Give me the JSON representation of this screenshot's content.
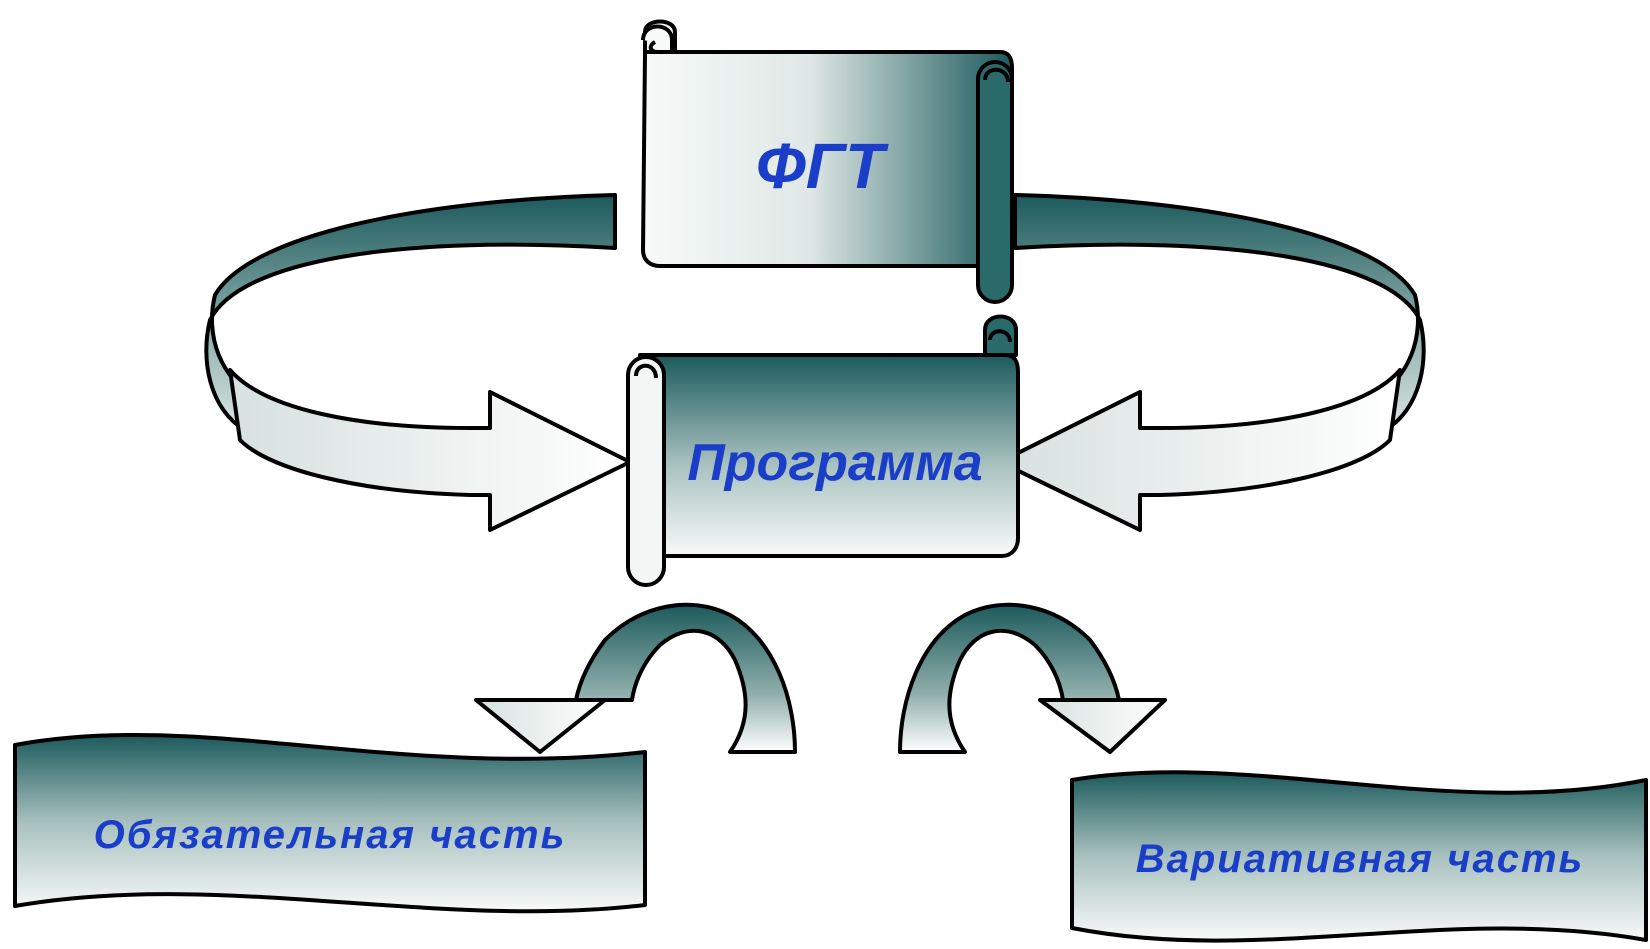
{
  "nodes": {
    "fgt": {
      "label": "ФГТ"
    },
    "programma": {
      "label": "Программа"
    },
    "obyazatelnaya": {
      "label": "Обязательная часть"
    },
    "variativnaya": {
      "label": "Вариативная часть"
    }
  },
  "colors": {
    "dark_teal": "#1c5a5c",
    "light": "#f7faf9",
    "text_blue": "#1a3ec8",
    "outline": "#000000"
  },
  "edges": [
    {
      "from": "fgt",
      "to": "programma",
      "side": "left"
    },
    {
      "from": "fgt",
      "to": "programma",
      "side": "right"
    },
    {
      "from": "programma",
      "to": "obyazatelnaya"
    },
    {
      "from": "programma",
      "to": "variativnaya"
    }
  ]
}
